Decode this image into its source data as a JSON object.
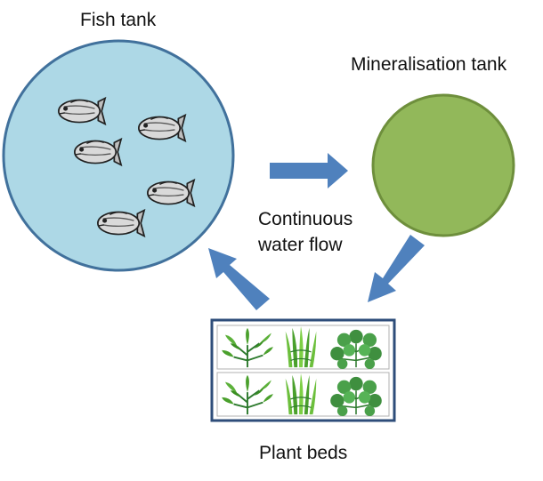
{
  "labels": {
    "fish_tank": "Fish tank",
    "mineralisation_tank": "Mineralisation tank",
    "flow_line1": "Continuous",
    "flow_line2": "water flow",
    "plant_beds": "Plant beds"
  },
  "colors": {
    "fish_tank_fill": "#add8e6",
    "fish_tank_stroke": "#41719c",
    "mineral_fill": "#92b85a",
    "mineral_stroke": "#6e8f3c",
    "arrow": "#4f81bd",
    "plant_box_stroke": "#2e4d7a",
    "leaf_green": "#4aa02c",
    "round_leaf": "#3f8f3f",
    "stem": "#2d7a2d"
  },
  "icons": {
    "fish": "fish-icon",
    "plant_types": [
      "bamboo-plant-icon",
      "grass-plant-icon",
      "round-leaf-plant-icon"
    ]
  }
}
